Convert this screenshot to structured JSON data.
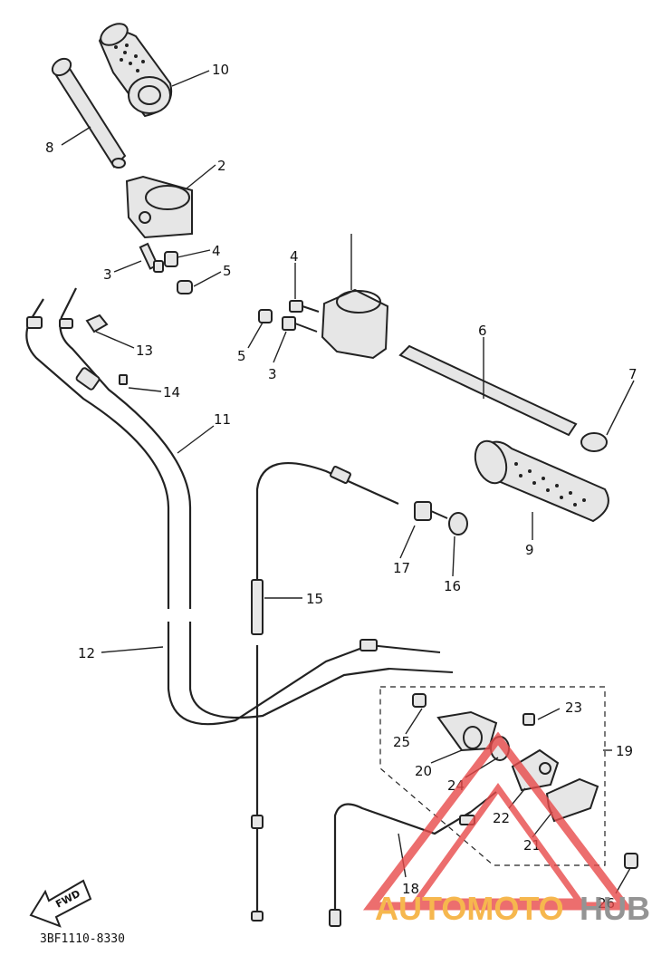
{
  "callouts": [
    "10",
    "8",
    "2",
    "4",
    "3",
    "5",
    "4",
    "5",
    "3",
    "13",
    "14",
    "6",
    "7",
    "11",
    "15",
    "17",
    "16",
    "9",
    "12",
    "23",
    "25",
    "19",
    "20",
    "24",
    "22",
    "21",
    "18",
    "26"
  ],
  "fwd_label": "FWD",
  "drawing_code": "3BF1110-8330",
  "watermark": {
    "part1": "AUTOMOTO",
    "part2": "HUB",
    "color1": "#f5a623",
    "color2": "#7a7a7a",
    "triangle_color": "#e84a4a"
  }
}
